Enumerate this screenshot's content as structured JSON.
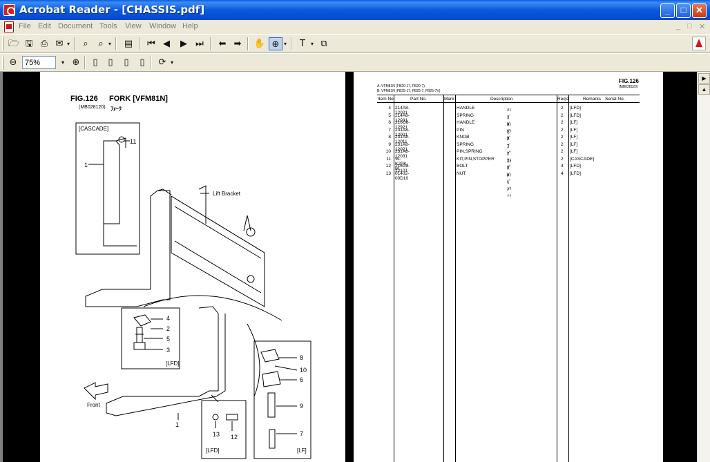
{
  "window": {
    "title": "Acrobat Reader - [CHASSIS.pdf]",
    "min_label": "_",
    "max_label": "□",
    "close_label": "✕"
  },
  "menu": {
    "items": [
      "File",
      "Edit",
      "Document",
      "Tools",
      "View",
      "Window",
      "Help"
    ],
    "mdi": [
      "_",
      "□",
      "✕"
    ]
  },
  "toolbar": {
    "zoom_value": "75%",
    "zoom_dropdown": "▾"
  },
  "left_page": {
    "fig_title": "FIG.126",
    "fig_name": "FORK [VFM81N]",
    "doc_code": "(MB028120)",
    "jp_title": "ﾌｫｰｸ",
    "box_cascade": "[CASCADE]",
    "lift_bracket": "Lift Bracket",
    "front": "Front",
    "lfd1": "[LFD]",
    "lfd2": "[LFD]",
    "lf": "[LF]",
    "callouts": [
      "11",
      "1",
      "4",
      "2",
      "5",
      "3",
      "8",
      "10",
      "6",
      "9",
      "7",
      "13",
      "12",
      "1"
    ]
  },
  "right_page": {
    "fig_title": "FIG.126",
    "doc_code": "(MB028120)",
    "legend_a": "A: VFM81N (FB20-17, FB20-7)",
    "legend_b": "B: VFM81N (FB25-17, FB25-7, FB25-7V)",
    "headers": {
      "item": "Item No.",
      "part": "Part No.",
      "mark": "Mark",
      "desc": "Description",
      "reqd": "Req'd",
      "remarks": "Remarks",
      "serial": "Serial No."
    },
    "rows": [
      {
        "item": "4",
        "part": "214A8-12021",
        "desc": "HANDLE",
        "jp": "ﾊﾝﾄﾞﾙ",
        "qty": "2",
        "rem": "[LFD]"
      },
      {
        "item": "5",
        "part": "214A8-12031",
        "desc": "SPRING",
        "jp": "ｽﾌﾟﾘﾝｸﾞ",
        "qty": "2",
        "rem": "[LFD]"
      },
      {
        "item": "6",
        "part": "216G8-12921",
        "desc": "HANDLE",
        "jp": "ﾊﾝﾄﾞﾙ",
        "qty": "2",
        "rem": "[LF]"
      },
      {
        "item": "7",
        "part": "231A8-12001",
        "desc": "PIN",
        "jp": "ﾋﾟﾝ",
        "qty": "2",
        "rem": "[LF]"
      },
      {
        "item": "8",
        "part": "231A8-12011",
        "desc": "KNOB",
        "jp": "ﾉﾌﾞ",
        "qty": "2",
        "rem": "[LF]"
      },
      {
        "item": "9",
        "part": "231A8-12021",
        "desc": "SPRING",
        "jp": "ｽﾌﾟﾘﾝｸﾞ",
        "qty": "2",
        "rem": "[LF]"
      },
      {
        "item": "10",
        "part": "231A8-12031",
        "desc": "PIN,SPRING",
        "jp": "ﾋﾟﾝ",
        "qty": "2",
        "rem": "[LF]"
      },
      {
        "item": "11",
        "part": "W-K2PK-M",
        "desc": "KIT,PIN,STOPPER",
        "jp": "ｽﾄｯﾊﾟﾋﾟﾝｷｯﾄ",
        "qty": "2",
        "rem": "[CASCADE]"
      },
      {
        "item": "12",
        "part": "216G8-12101",
        "desc": "BOLT",
        "jp": "ﾎﾞﾙﾄ",
        "qty": "4",
        "rem": "[LFD]"
      },
      {
        "item": "13",
        "part": "01402-00D10",
        "desc": "NUT",
        "jp": "ﾅｯﾄ",
        "qty": "4",
        "rem": "[LFD]"
      }
    ]
  },
  "scrollbar": {
    "right_arrow": "▶",
    "up_arrow": "▲"
  }
}
